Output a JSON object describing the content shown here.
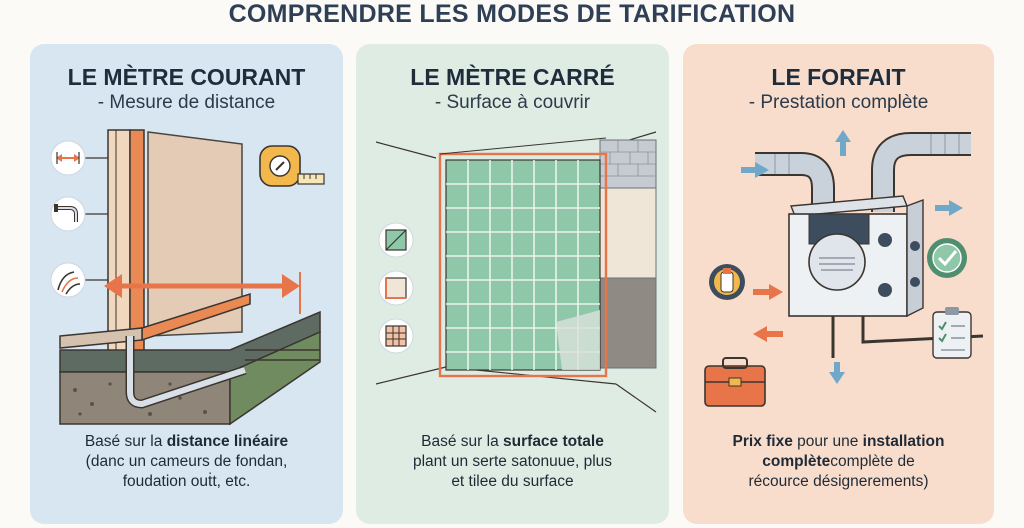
{
  "page": {
    "title": "COMPRENDRE LES MODES DE TARIFICATION"
  },
  "cards": [
    {
      "title": "LE MÈTRE COURANT",
      "subtitle": "- Mesure de distance",
      "desc": {
        "line1_pre": "Basé sur la ",
        "line1_bold": "distance linéaire",
        "line2": "(danc un cameurs de fondan,",
        "line3": "foudation ouṫt, etc."
      }
    },
    {
      "title": "LE MÈTRE CARRÉ",
      "subtitle": "- Surface à couvrir",
      "desc": {
        "line1_pre": "Basé sur la ",
        "line1_bold": "surface totale",
        "line2": "plant un serte satonuue, plus",
        "line3": "et tilee du surface"
      }
    },
    {
      "title": "LE FORFAIT",
      "subtitle": "- Prestation complète",
      "desc": {
        "line1_bold_a": "Prix fixe",
        "line1_mid": " pour une ",
        "line1_bold_b": "installation",
        "line2_bold": "complète",
        "line2_rest": "complète de",
        "line3": "récource désignerements)"
      }
    }
  ],
  "icons": {
    "card1": [
      "double-arrow-icon",
      "pipe-icon",
      "cable-icon",
      "tape-measure-icon"
    ],
    "card2": [
      "diagonal-square-icon",
      "corner-square-icon",
      "tile-grid-icon"
    ],
    "card3": [
      "gear-paintbrush-icon",
      "check-badge-icon",
      "clipboard-checklist-icon",
      "toolbox-icon"
    ]
  },
  "colors": {
    "card1_bg": "#d7e6f1",
    "card2_bg": "#dfece4",
    "card3_bg": "#f9ddcc",
    "accent_orange": "#e8744a",
    "tile_green": "#8fc7a9",
    "title_navy": "#2f4056"
  }
}
